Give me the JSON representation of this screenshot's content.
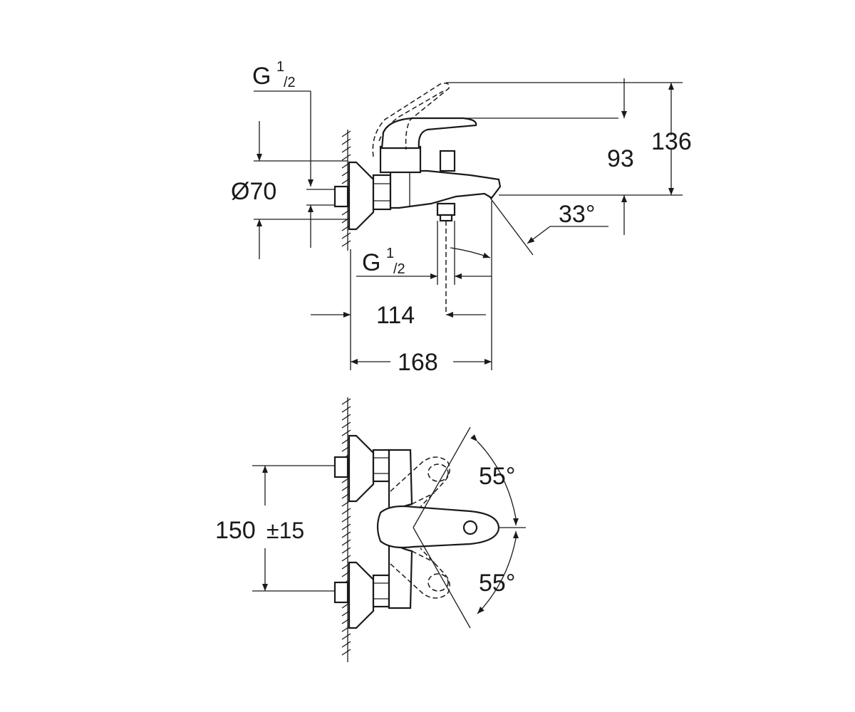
{
  "top_view": {
    "inlet_thread": {
      "main": "G",
      "sup": "1",
      "sub": "/2"
    },
    "outlet_thread": {
      "main": "G",
      "sup": "1",
      "sub": "/2"
    },
    "escutcheon_diameter": "Ø70",
    "dim_114": "114",
    "dim_168": "168",
    "dim_93": "93",
    "dim_136": "136",
    "spout_angle": "33°"
  },
  "bottom_view": {
    "center_distance": "150",
    "center_tolerance": "±15",
    "lever_angle_up": "55°",
    "lever_angle_down": "55°"
  },
  "colors": {
    "line": "#1a1a1a",
    "background": "#ffffff"
  },
  "icons": [
    "arrowhead",
    "wall-hatch"
  ]
}
